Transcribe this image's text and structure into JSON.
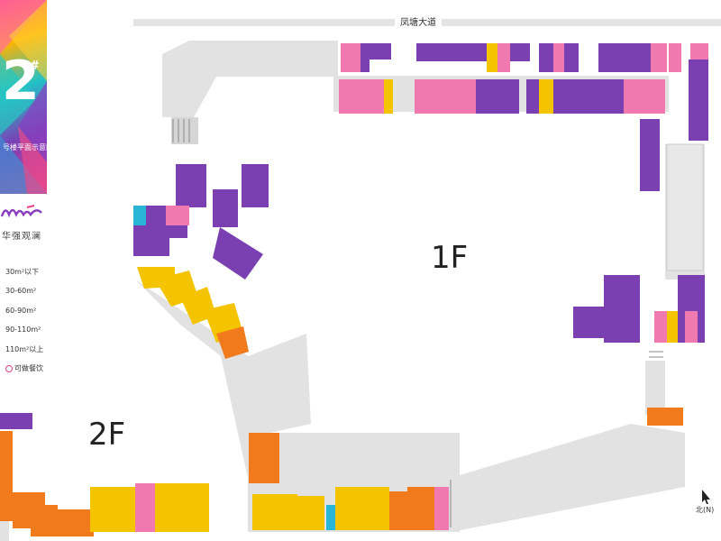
{
  "building": {
    "number": "2",
    "hash": "#",
    "caption": "号楼平面示意图"
  },
  "brand": {
    "english": "",
    "chinese": "华强观澜"
  },
  "road": {
    "label": "凤塘大道"
  },
  "floors": {
    "first": "1F",
    "second": "2F"
  },
  "compass": {
    "label": "北(N)"
  },
  "legend": [
    {
      "label": "30m²以下",
      "color": "#29b6d6"
    },
    {
      "label": "30-60m²",
      "color": "#f07ab0"
    },
    {
      "label": "60-90m²",
      "color": "#f5c400"
    },
    {
      "label": "90-110m²",
      "color": "#f07a1c"
    },
    {
      "label": "110m²以上",
      "color": "#7a3fb0"
    },
    {
      "label": "可做餐饮",
      "color": "#e8408c"
    }
  ],
  "colors": {
    "purple": "#7a3fb0",
    "pink": "#f07ab0",
    "yellow": "#f5c400",
    "orange": "#f07a1c",
    "cyan": "#29b6d6",
    "corridor": "#e2e2e2"
  },
  "footnote": ""
}
